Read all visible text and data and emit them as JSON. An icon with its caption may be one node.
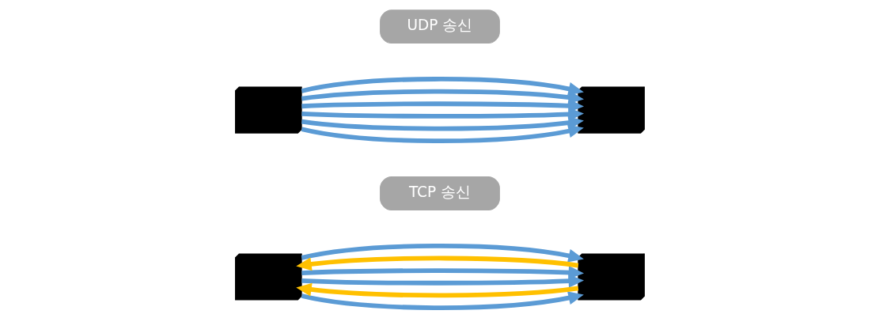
{
  "diagram": {
    "nodes": [
      {
        "text": [
          "TCP 송신"
        ]
      },
      {
        "text": [],
        "shape": "laptop"
      },
      {
        "text": [],
        "shape": "laptop"
      },
      {
        "text": [
          "UDP 송신"
        ]
      },
      {
        "text": [],
        "shape": "laptop"
      },
      {
        "text": [],
        "shape": "laptop"
      }
    ],
    "edges": [
      {
        "from": 1,
        "to": 2,
        "arrow": "to"
      },
      {
        "from": 2,
        "to": 1,
        "arrow": "to",
        "color": "#ffc000"
      },
      {
        "from": 1,
        "to": 2,
        "arrow": "to"
      },
      {
        "from": 1,
        "to": 2,
        "arrow": "to"
      },
      {
        "from": 2,
        "to": 1,
        "arrow": "to",
        "color": "#ffc000"
      },
      {
        "from": 1,
        "to": 2,
        "arrow": "to"
      },
      {
        "from": 4,
        "to": 5,
        "arrow": "to"
      },
      {
        "from": 4,
        "to": 5,
        "arrow": "to"
      },
      {
        "from": 4,
        "to": 5,
        "arrow": "to"
      },
      {
        "from": 4,
        "to": 5,
        "arrow": "to"
      },
      {
        "from": 4,
        "to": 5,
        "arrow": "to"
      },
      {
        "from": 4,
        "to": 5,
        "arrow": "to"
      }
    ]
  }
}
